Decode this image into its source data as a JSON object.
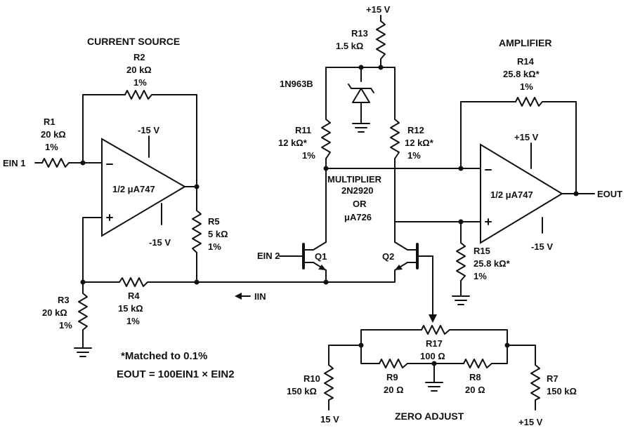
{
  "sections": {
    "current_source": "CURRENT SOURCE",
    "amplifier": "AMPLIFIER",
    "multiplier": [
      "MULTIPLIER",
      "2N2920",
      "OR",
      "μA726"
    ],
    "zero_adjust": "ZERO ADJUST"
  },
  "supplies": {
    "top_rail": "+15 V",
    "opamp1_top": "-15 V",
    "opamp1_bottom": "-15 V",
    "opamp2_top": "+15 V",
    "opamp2_bottom": "-15 V",
    "r10_bottom": "15 V",
    "r7_bottom": "+15 V"
  },
  "signals": {
    "ein1": "EIN 1",
    "ein2": "EIN 2",
    "eout": "EOUT",
    "iin": "IIN"
  },
  "opamps": {
    "u1": "1/2 μA747",
    "u2": "1/2 μA747"
  },
  "zener": "1N963B",
  "transistors": {
    "q1": "Q1",
    "q2": "Q2"
  },
  "resistors": {
    "r1": [
      "R1",
      "20 kΩ",
      "1%"
    ],
    "r2": [
      "R2",
      "20 kΩ",
      "1%"
    ],
    "r3": [
      "R3",
      "20 kΩ",
      "1%"
    ],
    "r4": [
      "R4",
      "15 kΩ",
      "1%"
    ],
    "r5": [
      "R5",
      "5 kΩ",
      "1%"
    ],
    "r7": [
      "R7",
      "150 kΩ"
    ],
    "r8": [
      "R8",
      "20 Ω"
    ],
    "r9": [
      "R9",
      "20 Ω"
    ],
    "r10": [
      "R10",
      "150 kΩ"
    ],
    "r11": [
      "R11",
      "12 kΩ*",
      "1%"
    ],
    "r12": [
      "R12",
      "12 kΩ*",
      "1%"
    ],
    "r13": [
      "R13",
      "1.5 kΩ"
    ],
    "r14": [
      "R14",
      "25.8 kΩ*",
      "1%"
    ],
    "r15": [
      "R15",
      "25.8 kΩ*",
      "1%"
    ],
    "r17": [
      "R17",
      "100 Ω"
    ]
  },
  "notes": {
    "matched": "*Matched to 0.1%",
    "equation": "EOUT = 100EIN1 × EIN2"
  }
}
